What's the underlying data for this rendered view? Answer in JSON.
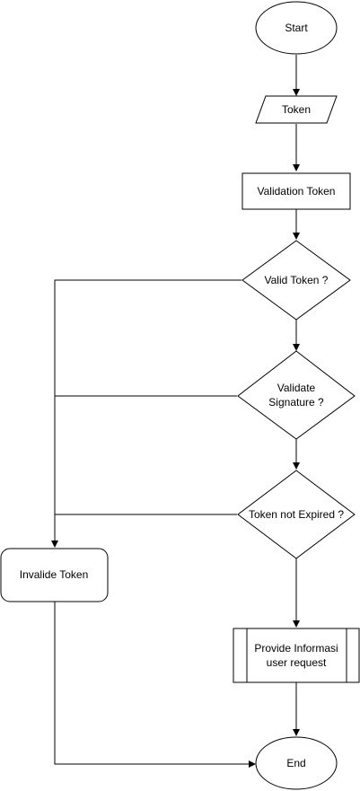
{
  "nodes": {
    "start": "Start",
    "token": "Token",
    "validation_token": "Validation Token",
    "valid_token": "Valid Token ?",
    "validate_signature_line1": "Validate",
    "validate_signature_line2": "Signature ?",
    "token_not_expired": "Token not Expired ?",
    "invalide_token": "Invalide Token",
    "provide_informasi_line1": "Provide Informasi",
    "provide_informasi_line2": "user request",
    "end": "End"
  }
}
